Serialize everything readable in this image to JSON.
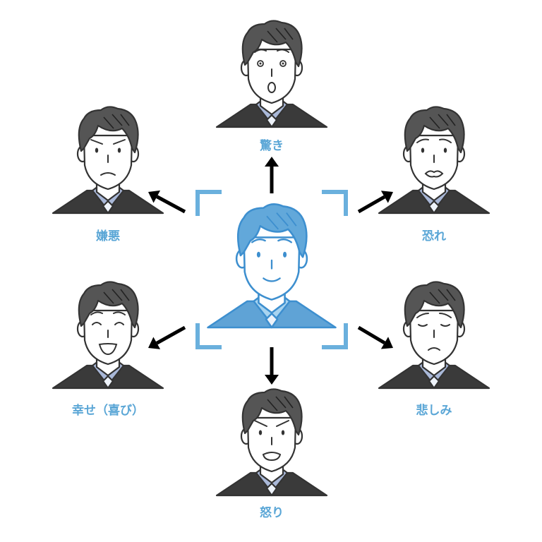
{
  "center": {
    "name": "neutral-face",
    "color": "#3d8fcf"
  },
  "emotions": [
    {
      "id": "surprise",
      "label": "驚き",
      "expression": "surprise"
    },
    {
      "id": "disgust",
      "label": "嫌悪",
      "expression": "disgust"
    },
    {
      "id": "fear",
      "label": "恐れ",
      "expression": "fear"
    },
    {
      "id": "happiness",
      "label": "幸せ（喜び）",
      "expression": "happy"
    },
    {
      "id": "sadness",
      "label": "悲しみ",
      "expression": "sad"
    },
    {
      "id": "anger",
      "label": "怒り",
      "expression": "anger"
    }
  ],
  "colors": {
    "label": "#5aa6d6",
    "bracket": "#6ab0dd",
    "hair": "#555555",
    "suit": "#3a3a3a",
    "shirt": "#a9b8d8",
    "arrow": "#000000"
  }
}
